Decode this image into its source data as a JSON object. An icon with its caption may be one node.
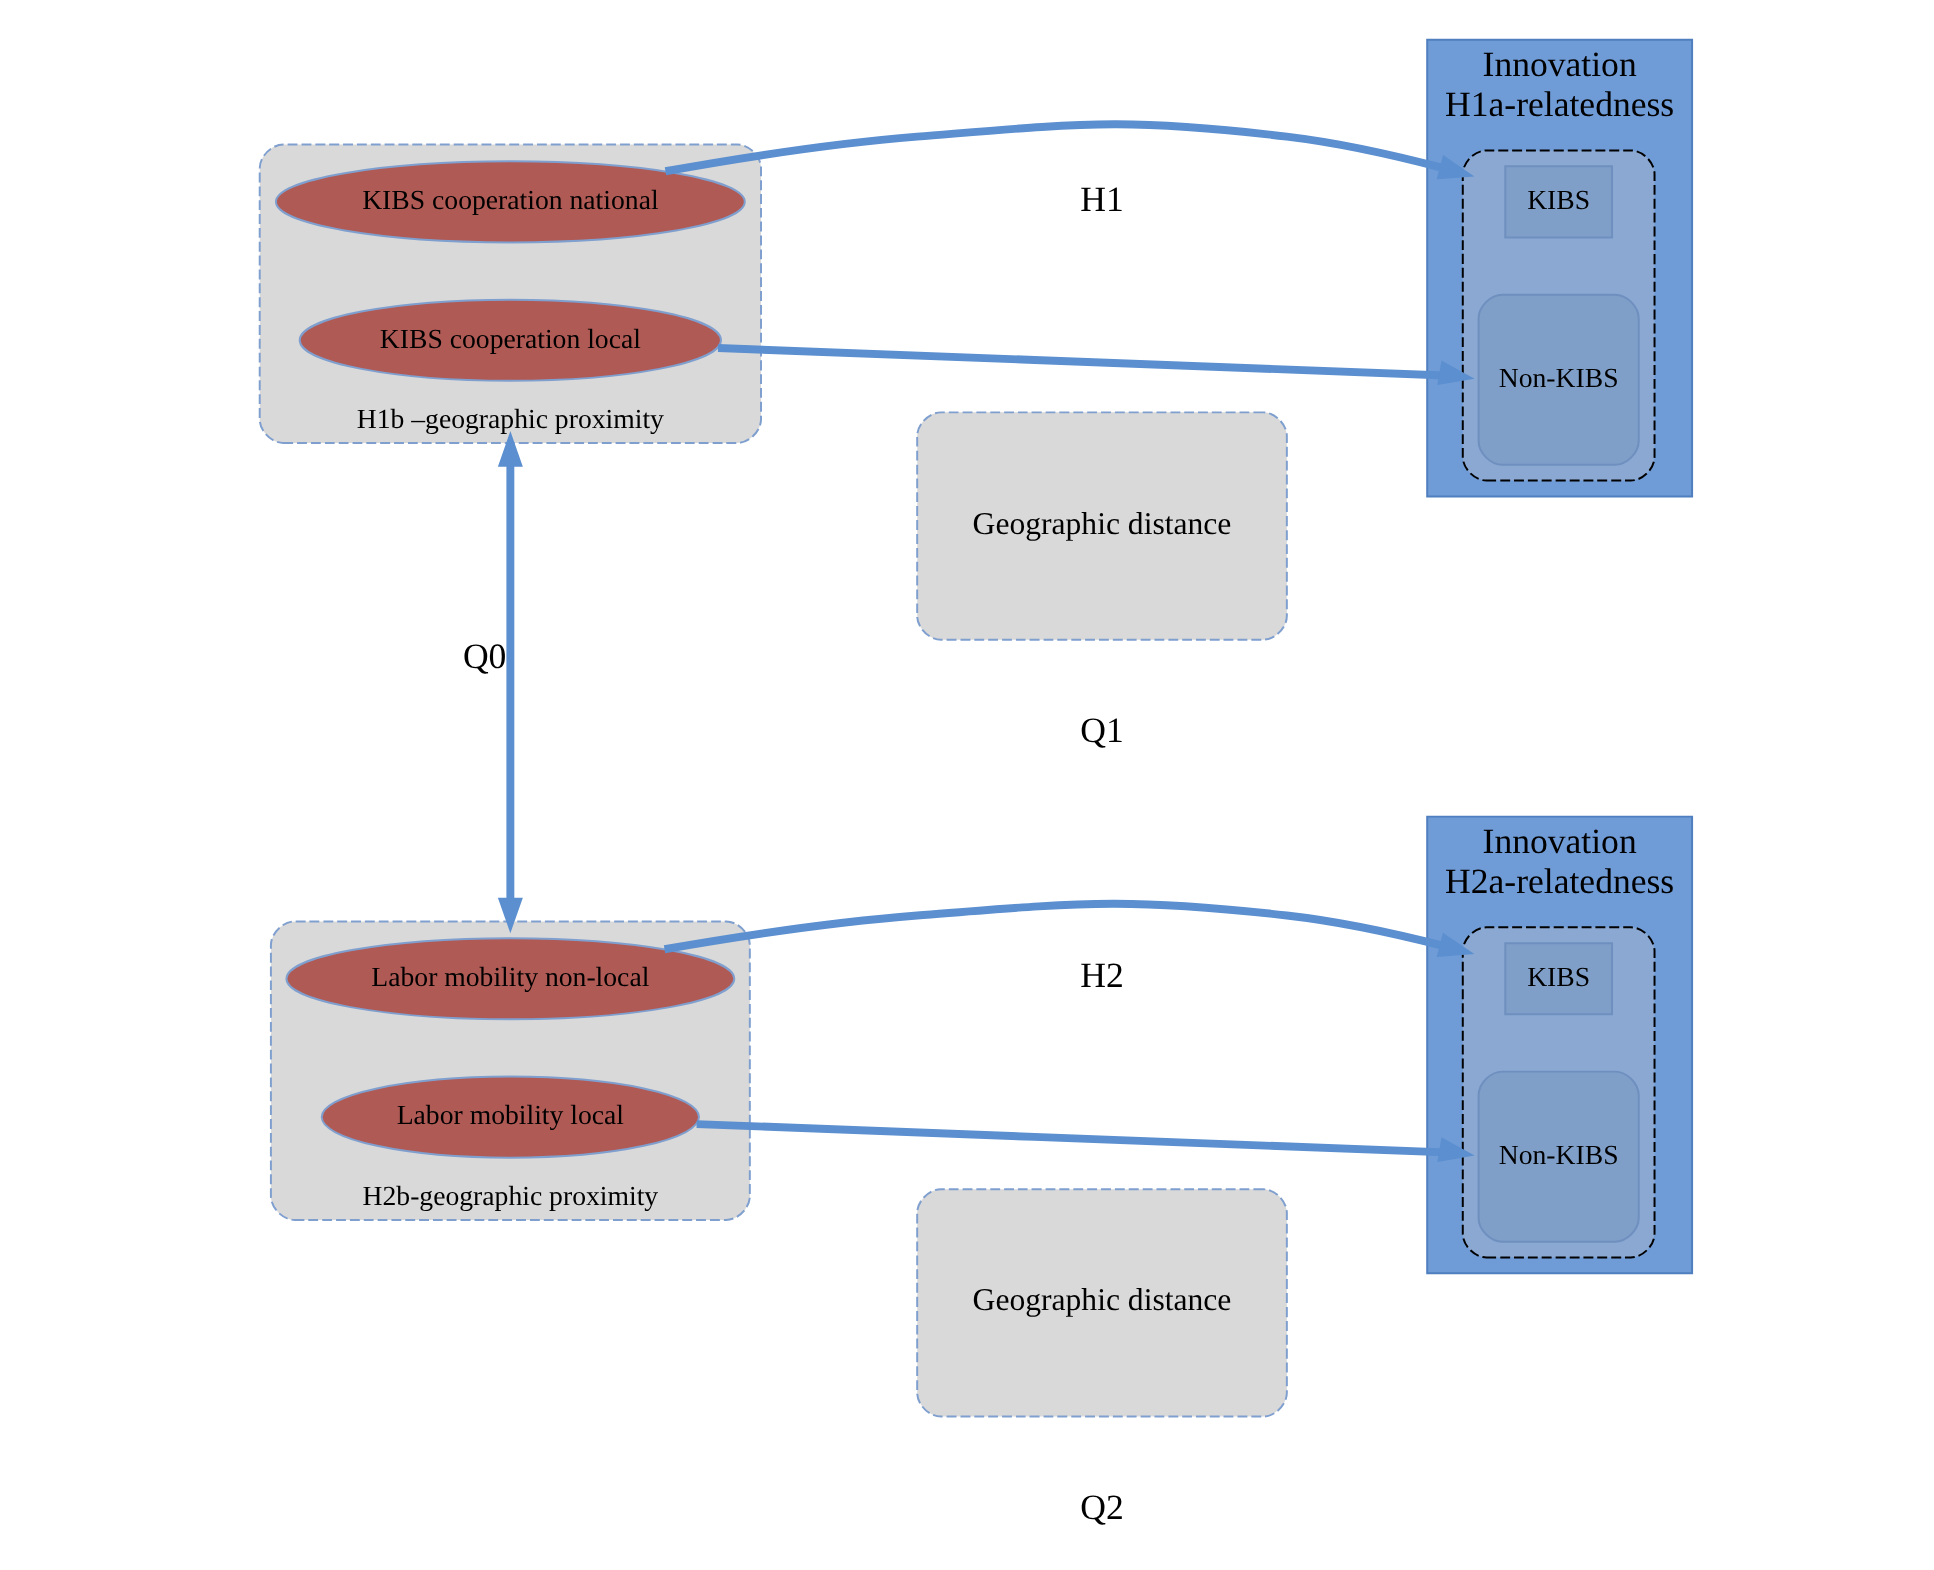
{
  "diagram": {
    "nodes": [
      {
        "text": [
          "H1b –geographic proximity"
        ]
      },
      {
        "text": [
          "KIBS cooperation national"
        ],
        "in": 0
      },
      {
        "text": [
          "KIBS cooperation local"
        ],
        "in": 0
      },
      {
        "text": [
          "Geographic distance"
        ]
      },
      {
        "text": [
          "Innovation",
          "H1a-relatedness"
        ]
      },
      {
        "text": [],
        "shape": "box",
        "in": 4
      },
      {
        "text": [
          "KIBS"
        ],
        "in": 5
      },
      {
        "text": [
          "Non-KIBS"
        ],
        "in": 5
      },
      {
        "text": [
          "H2b-geographic proximity"
        ]
      },
      {
        "text": [
          "Labor mobility non-local"
        ],
        "in": 8
      },
      {
        "text": [
          "Labor mobility local"
        ],
        "in": 8
      },
      {
        "text": [
          "Geographic distance"
        ]
      },
      {
        "text": [
          "Innovation",
          "H2a-relatedness"
        ]
      },
      {
        "text": [],
        "shape": "box",
        "in": 12
      },
      {
        "text": [
          "KIBS"
        ],
        "in": 13
      },
      {
        "text": [
          "Non-KIBS"
        ],
        "in": 13
      }
    ],
    "edges": [
      {
        "from": 1,
        "to": 5,
        "arrow": "to"
      },
      {
        "from": 2,
        "to": 5,
        "arrow": "to"
      },
      {
        "from": 0,
        "to": 8,
        "arrow": "both",
        "label": "Q0"
      },
      {
        "from": 9,
        "to": 13,
        "arrow": "to"
      },
      {
        "from": 10,
        "to": 13,
        "arrow": "to"
      }
    ],
    "labels": [
      "H1",
      "Q1",
      "H2",
      "Q2"
    ]
  }
}
